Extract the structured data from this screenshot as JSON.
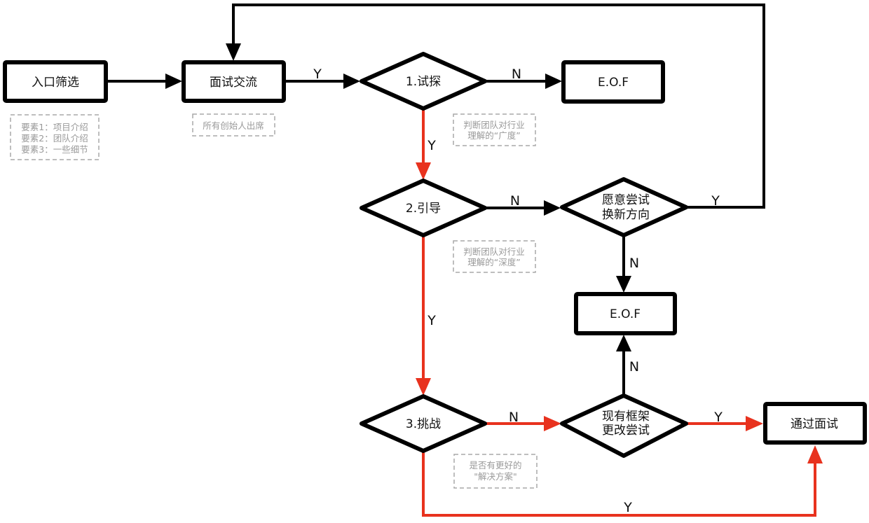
{
  "colors": {
    "black": "#000000",
    "highlight": "#e8321e",
    "note_text": "#9a9a9a",
    "note_border": "#a8a8a8"
  },
  "nodes": {
    "entry": {
      "label": "入口筛选"
    },
    "interview": {
      "label": "面试交流"
    },
    "probe": {
      "label": "1.试探"
    },
    "eof_top": {
      "label": "E.O.F"
    },
    "guide": {
      "label": "2.引导"
    },
    "change_direction": {
      "lines": [
        "愿意尝试",
        "换新方向"
      ]
    },
    "eof_mid": {
      "label": "E.O.F"
    },
    "challenge": {
      "label": "3.挑战"
    },
    "framework_change": {
      "lines": [
        "现有框架",
        "更改尝试"
      ]
    },
    "pass": {
      "label": "通过面试"
    }
  },
  "notes": {
    "entry_note": {
      "lines": [
        "要素1：项目介绍",
        "要素2：团队介绍",
        "要素3：一些细节"
      ]
    },
    "interview_note": {
      "lines": [
        "所有创始人出席"
      ]
    },
    "probe_note": {
      "lines": [
        "判断团队对行业",
        "理解的“广度”"
      ]
    },
    "guide_note": {
      "lines": [
        "判断团队对行业",
        "理解的“深度”"
      ]
    },
    "challenge_note": {
      "lines": [
        "是否有更好的",
        "\"解决方案\""
      ]
    }
  },
  "edges": {
    "interview_to_probe": "Y",
    "probe_to_eof": "N",
    "probe_to_guide": "Y",
    "guide_to_change": "N",
    "change_loop_back": "Y",
    "change_to_eof": "N",
    "guide_to_challenge": "Y",
    "framework_to_eof": "N",
    "challenge_to_framework": "N",
    "framework_to_pass": "Y",
    "challenge_to_pass": "Y"
  }
}
